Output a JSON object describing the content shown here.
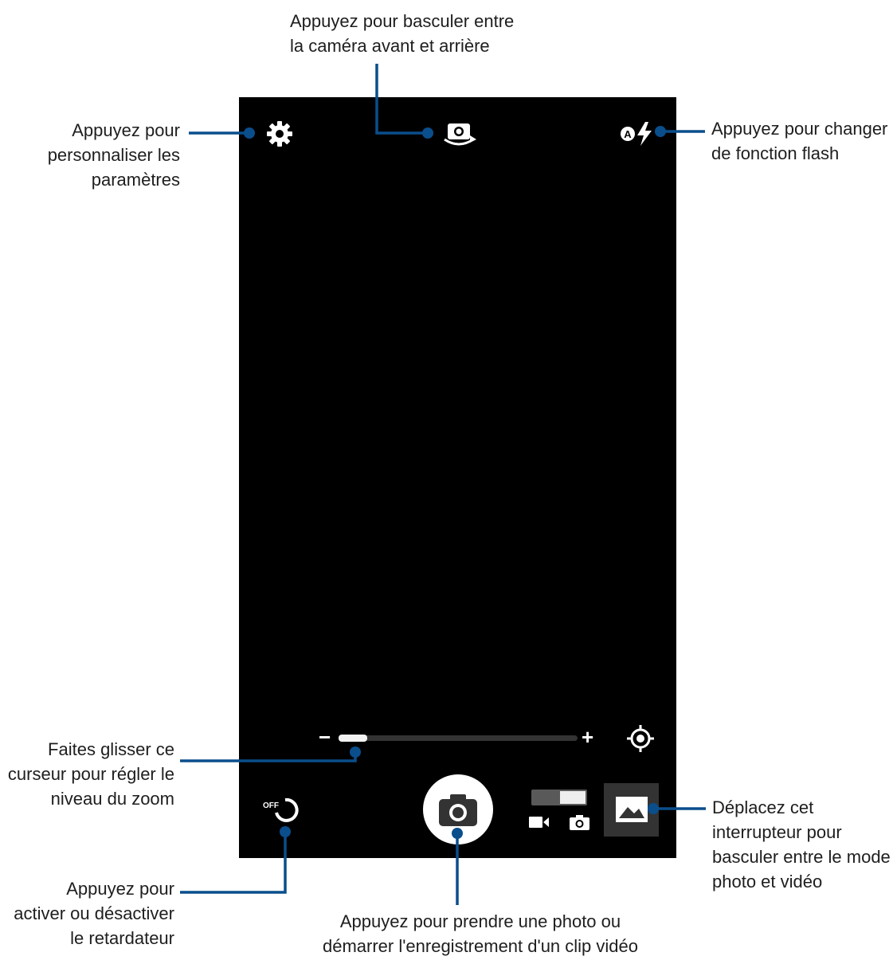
{
  "labels": {
    "switch_camera": "Appuyez pour basculer entre\nla caméra avant et arrière",
    "settings": "Appuyez pour\npersonnaliser les\nparamètres",
    "flash": "Appuyez pour changer\nde fonction flash",
    "zoom": "Faites glisser ce\ncurseur pour régler le\nniveau du zoom",
    "mode_switch": "Déplacez cet\ninterrupteur pour\nbasculer entre le mode\nphoto et vidéo",
    "timer": "Appuyez pour\nactiver ou désactiver\nle retardateur",
    "shutter": "Appuyez pour prendre une photo ou\ndémarrer l'enregistrement d'un clip vidéo"
  },
  "camera": {
    "timer_text": "OFF",
    "flash_mode_letter": "A",
    "zoom_level": 0.1,
    "zoom_minus": "−",
    "zoom_plus": "+",
    "mode_selected": "photo"
  },
  "icons": {
    "settings": "gear-icon",
    "switch_camera": "camera-switch-icon",
    "flash": "flash-auto-icon",
    "focus": "crosshair-icon",
    "timer": "timer-icon",
    "shutter": "camera-icon",
    "video_mode": "video-camera-icon",
    "photo_mode": "photo-camera-icon",
    "gallery": "image-icon"
  },
  "colors": {
    "callout": "#0a4e8c",
    "viewfinder": "#000000"
  }
}
